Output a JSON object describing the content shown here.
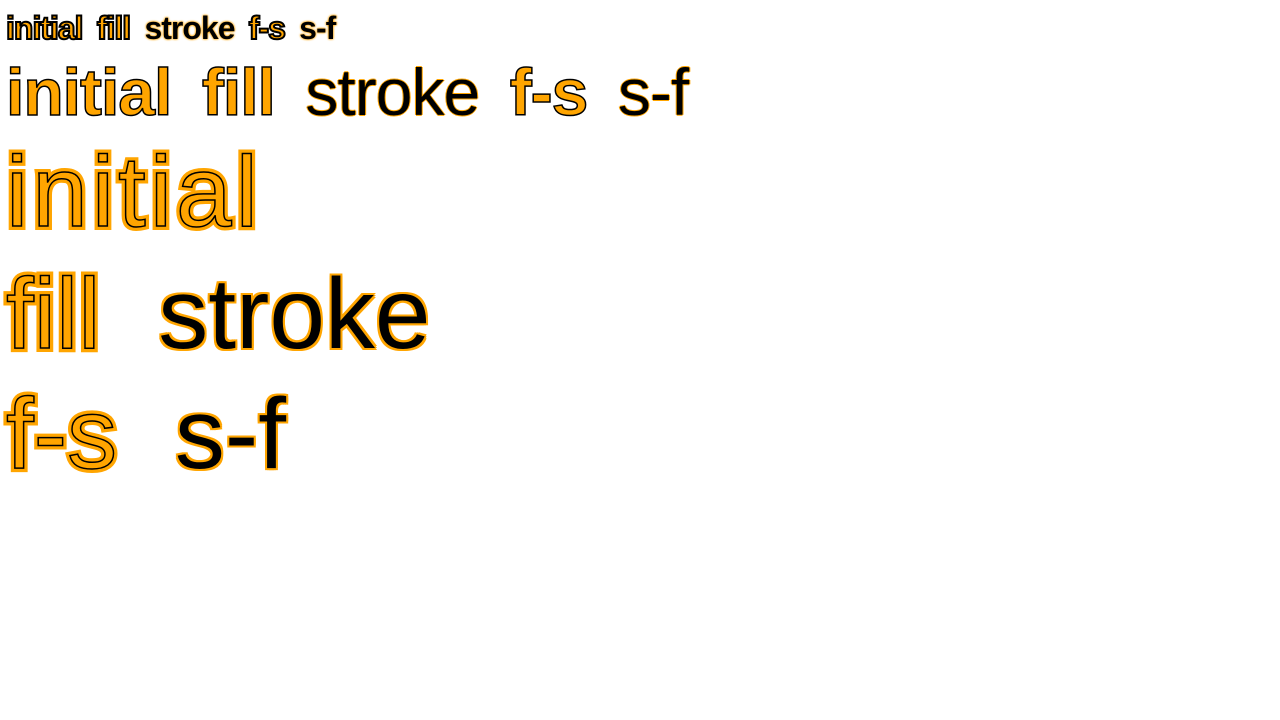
{
  "rows": [
    {
      "words": [
        "initial",
        "fill",
        "stroke",
        "f-s",
        "s-f"
      ]
    },
    {
      "words": [
        "initial",
        "fill",
        "stroke",
        "f-s",
        "s-f"
      ]
    },
    {
      "words": [
        "initial"
      ]
    },
    {
      "words": [
        "fill",
        "stroke"
      ]
    },
    {
      "words": [
        "f-s",
        "s-f"
      ]
    }
  ],
  "colors": {
    "fill_accent": "#ffa500",
    "stroke_dark": "#000000",
    "background": "#ffffff"
  }
}
